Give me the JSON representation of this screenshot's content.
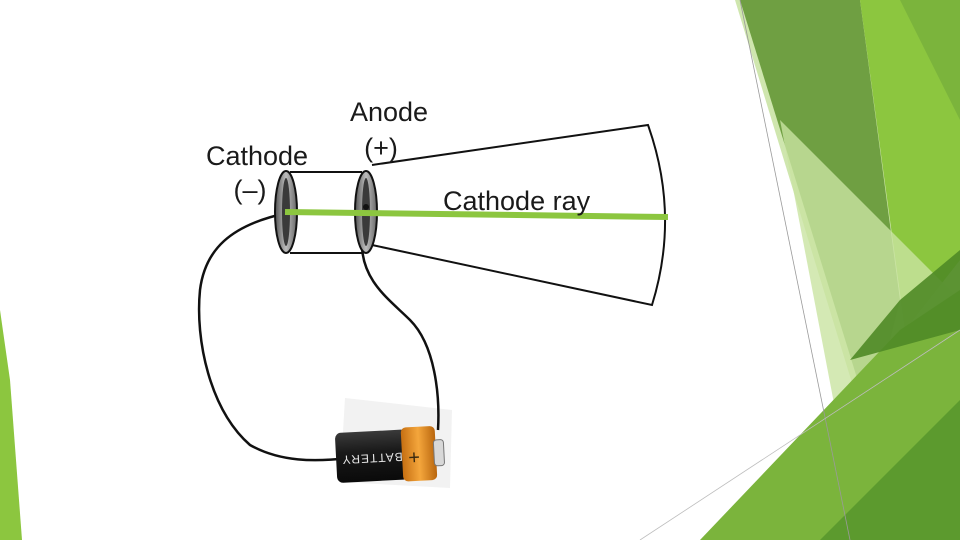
{
  "labels": {
    "anode": "Anode",
    "anode_sign": "(+)",
    "cathode": "Cathode",
    "cathode_sign": "(–)",
    "cathode_ray": "Cathode ray"
  },
  "battery": {
    "text": "BATTERY",
    "plus": "+"
  },
  "colors": {
    "ray": "#8cc63f",
    "accent_dark": "#5c9a2e",
    "accent_mid": "#7bb43c",
    "accent_light": "#c9e3a1",
    "battery_body": "#1c1c1c",
    "battery_cap": "#e8921e"
  }
}
